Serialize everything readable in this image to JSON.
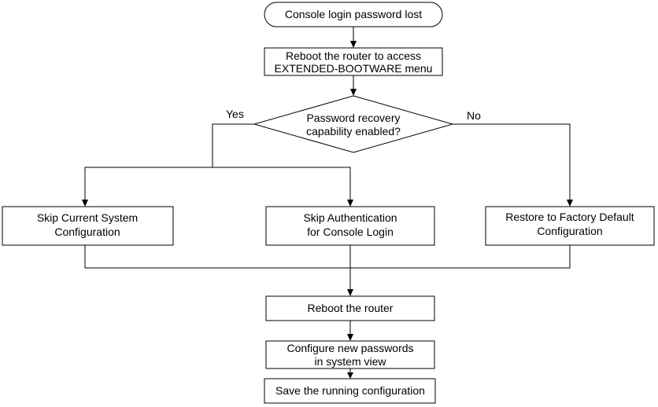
{
  "diagram": {
    "start": {
      "label": "Console login password lost"
    },
    "reboot_bootware": {
      "line1": "Reboot the router to access",
      "line2": "EXTENDED-BOOTWARE menu"
    },
    "decision": {
      "line1": "Password recovery",
      "line2": "capability enabled?",
      "yes_label": "Yes",
      "no_label": "No"
    },
    "skip_config": {
      "line1": "Skip Current System",
      "line2": "Configuration"
    },
    "skip_auth": {
      "line1": "Skip Authentication",
      "line2": "for Console Login"
    },
    "restore_factory": {
      "line1": "Restore to Factory Default",
      "line2": "Configuration"
    },
    "reboot_router": {
      "label": "Reboot the router"
    },
    "configure_passwords": {
      "line1": "Configure new passwords",
      "line2": "in system view"
    },
    "save_config": {
      "label": "Save the running configuration"
    }
  }
}
